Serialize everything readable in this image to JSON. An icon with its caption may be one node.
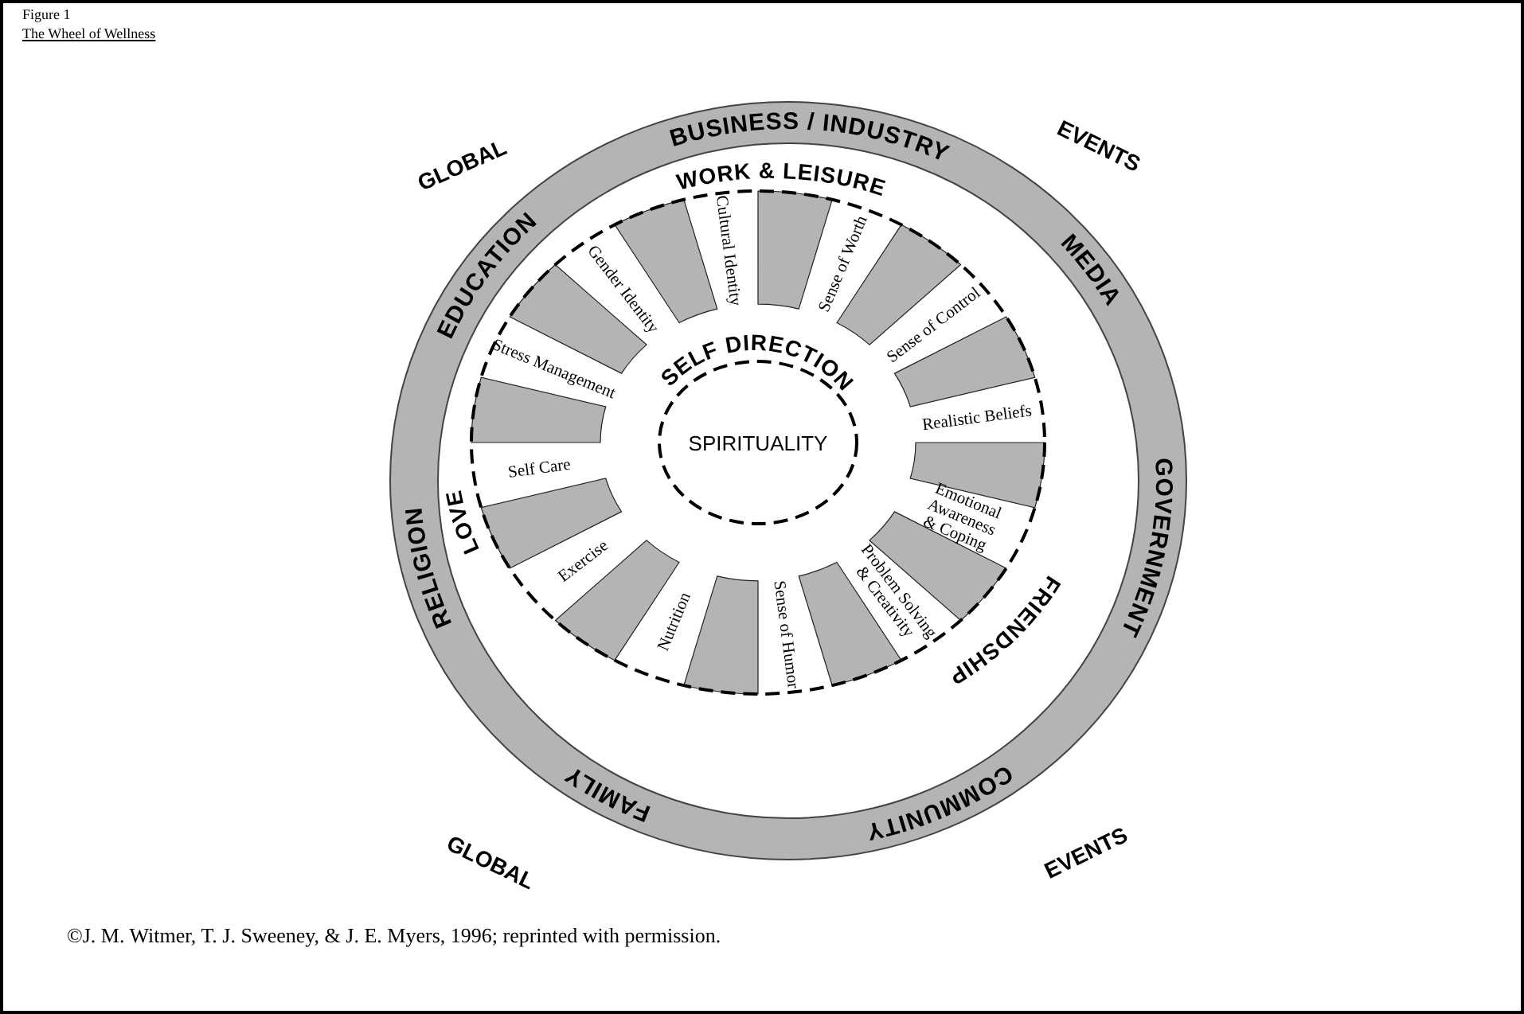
{
  "diagram": {
    "title": "The Wheel of Wellness",
    "caption": "©J. M. Witmer, T. J. Sweeney, & J. E. Myers, 1996; reprinted with permission.",
    "nodes": [
      {
        "text": [
          "SPIRITUALITY"
        ]
      }
    ],
    "edges": [],
    "labels": [
      "Figure 1",
      "GLOBAL",
      "BUSINESS / INDUSTRY",
      "EVENTS",
      "MEDIA",
      "GOVERNMENT",
      "EVENTS",
      "COMMUNITY",
      "FAMILY",
      "GLOBAL",
      "RELIGION",
      "EDUCATION",
      "WORK & LEISURE",
      "FRIENDSHIP",
      "LOVE",
      "SELF DIRECTION",
      "Cultural Identity",
      "Sense of Worth",
      "Sense of Control",
      "Realistic Beliefs",
      "Emotional Awareness & Coping",
      "Problem Solving & Creativity",
      "Sense of Humor",
      "Nutrition",
      "Exercise",
      "Self Care",
      "Stress Management",
      "Gender Identity"
    ]
  }
}
